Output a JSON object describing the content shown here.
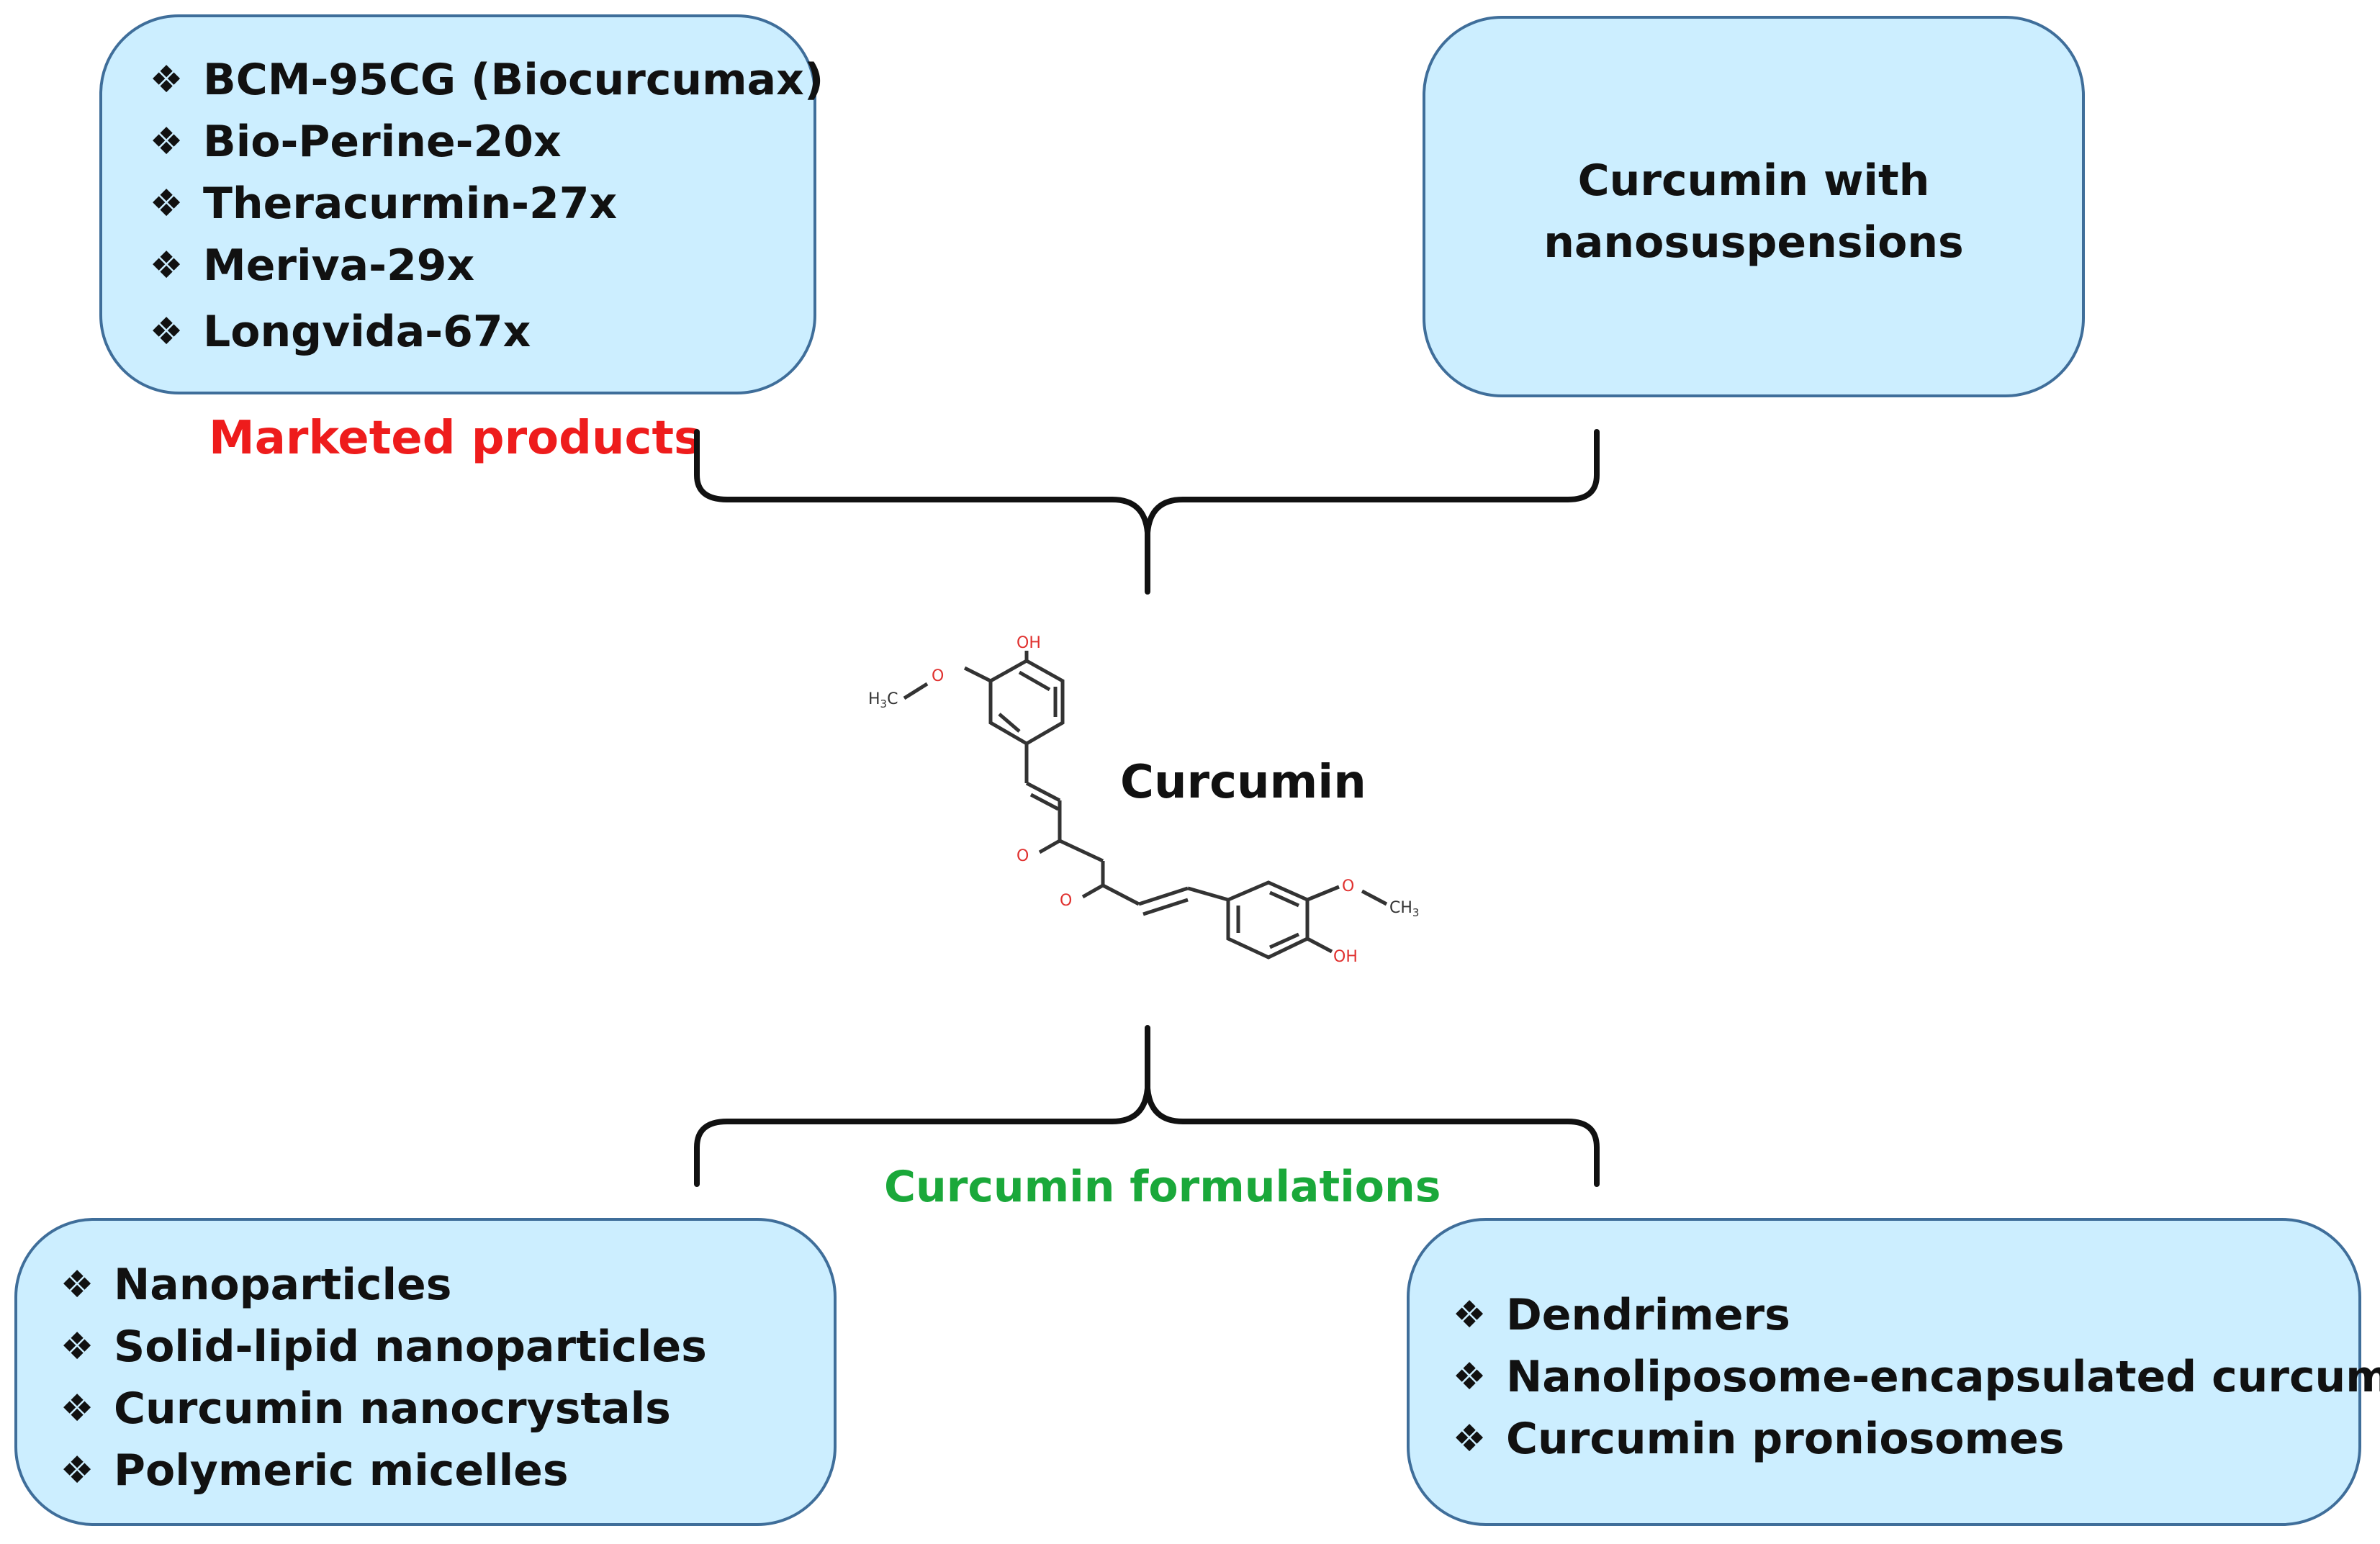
{
  "top_left_box": {
    "items": [
      "BCM-95CG (Biocurcumax)",
      "Bio-Perine-20x",
      "Theracurmin-27x",
      "Meriva-29x",
      "Longvida-67x"
    ]
  },
  "top_right_box": {
    "lines": [
      "Curcumin with",
      "nanosuspensions"
    ]
  },
  "marketed_label": "Marketed products",
  "center_label": "Curcumin",
  "molecule": {
    "oh_top": "OH",
    "oh_bottom": "OH",
    "ch3_left": "H3C",
    "ch3_right": "CH3",
    "o_carbonyl_1": "O",
    "o_carbonyl_2": "O",
    "o_methoxy_1": "O",
    "o_methoxy_2": "O"
  },
  "formulations_label": "Curcumin formulations",
  "bottom_left_box": {
    "items": [
      "Nanoparticles",
      "Solid-lipid nanoparticles",
      "Curcumin nanocrystals",
      "Polymeric micelles"
    ]
  },
  "bottom_right_box": {
    "items": [
      "Dendrimers",
      "Nanoliposome-encapsulated curcumin",
      "Curcumin proniosomes"
    ]
  },
  "bullet_glyph": "❖",
  "colors": {
    "box_fill": "#cceeff",
    "box_border": "#3f6e9a",
    "marketed_label": "#ee1c1c",
    "formulations_label": "#1aa83a",
    "heteroatom": "#e0312f"
  }
}
